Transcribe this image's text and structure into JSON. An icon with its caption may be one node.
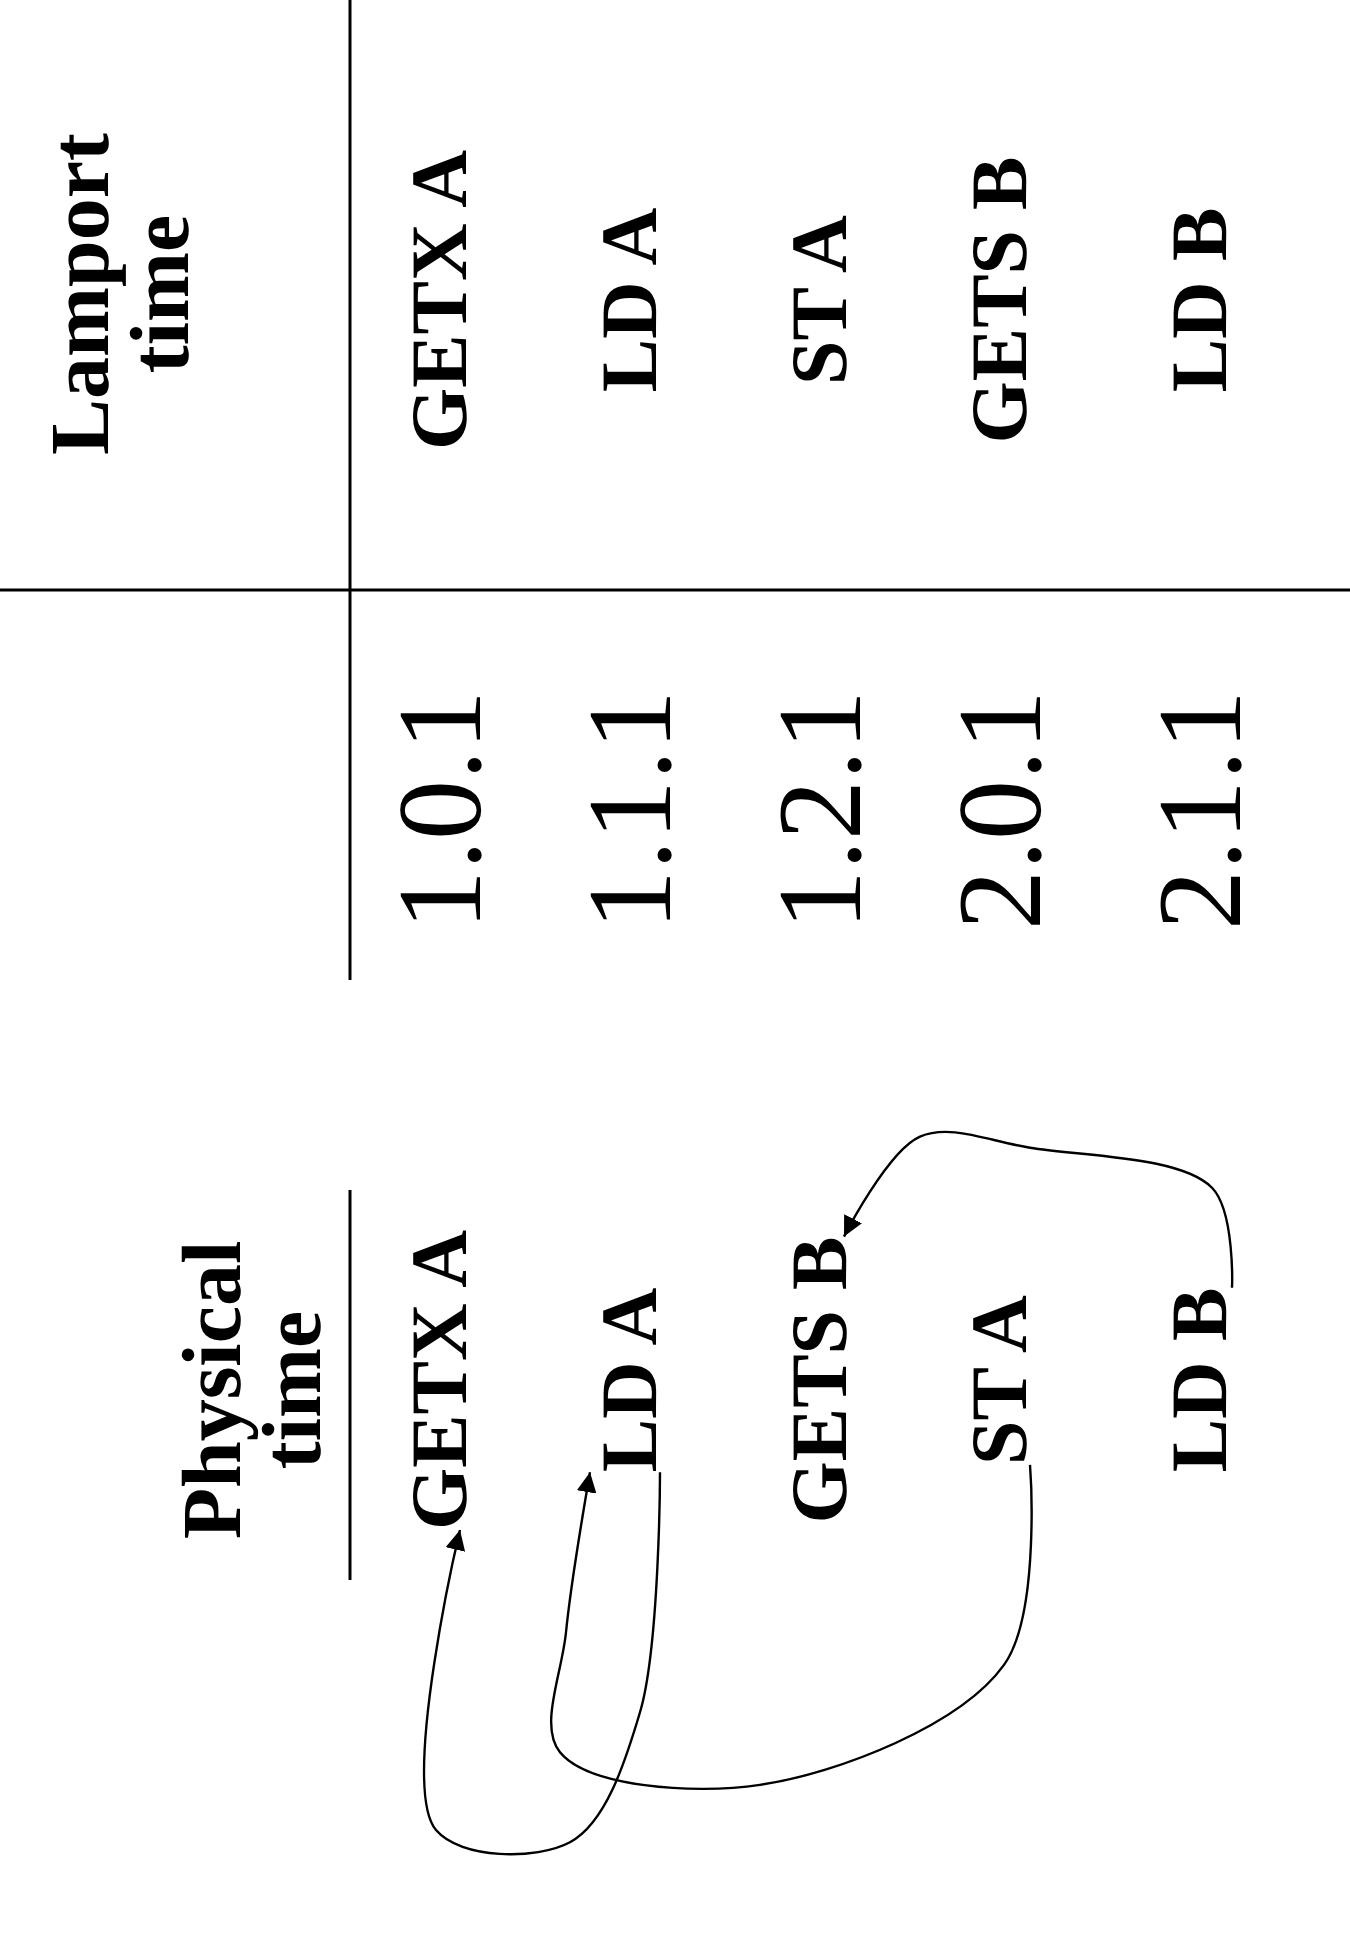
{
  "diagram": {
    "nodes": [
      {
        "text": [
          "GETX A"
        ]
      },
      {
        "text": [
          "LD A"
        ]
      },
      {
        "text": [
          "GETS B"
        ]
      },
      {
        "text": [
          "ST A"
        ]
      },
      {
        "text": [
          "LD B"
        ]
      }
    ],
    "edges": [
      {
        "from": 4,
        "to": 2,
        "arrow": "to"
      },
      {
        "from": 1,
        "to": 0,
        "arrow": "to"
      },
      {
        "from": 3,
        "to": 1,
        "arrow": "to"
      }
    ],
    "labels": [
      "Physical time",
      "1.0.1",
      "1.1.1",
      "1.2.1",
      "2.0.1",
      "2.1.1",
      "Lamport time",
      "GETX A",
      "LD A",
      "ST A",
      "GETS B",
      "LD B"
    ]
  }
}
